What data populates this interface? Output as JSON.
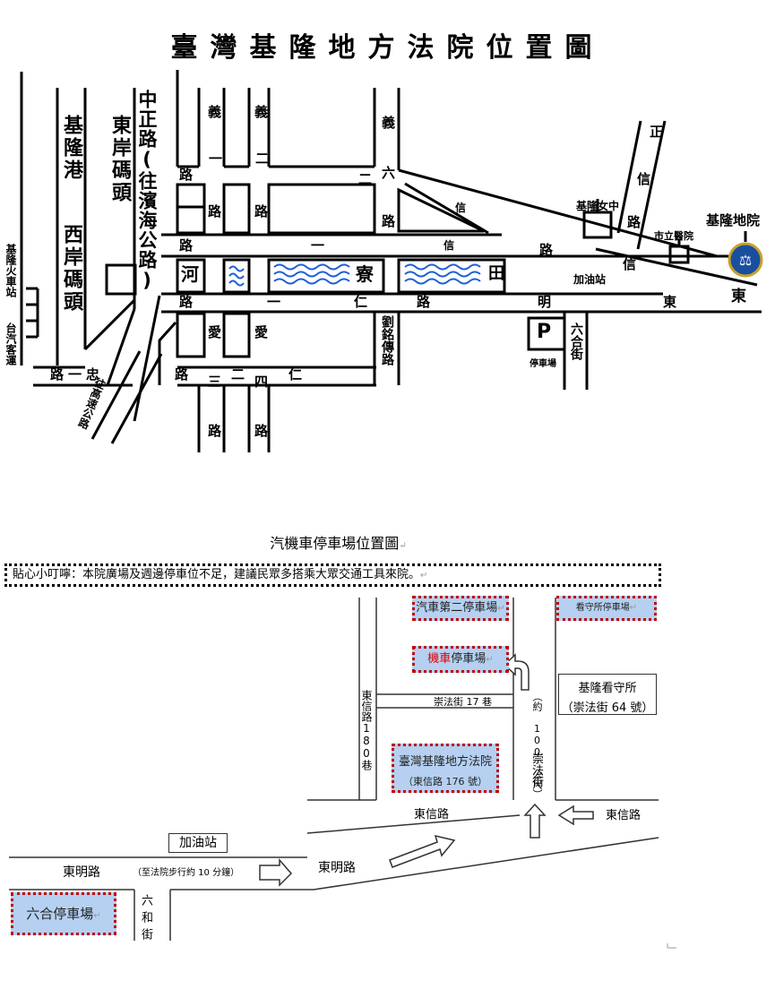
{
  "map1": {
    "title": "臺灣基隆地方法院位置圖",
    "labels": {
      "keelung_port": "基隆港",
      "east_pier": "東岸碼頭",
      "zhongzheng_rd": "中正路(往濱海公路)",
      "west_pier": "西岸碼頭",
      "train_station": "基隆火車站",
      "taiwan_bus": "台汽客運",
      "zhongyi_rd": "路一忠",
      "to_highway": "往高速公路",
      "river": "河",
      "liao": "寮",
      "tian": "田",
      "ai1": "愛",
      "ai2": "愛",
      "yi1": "義",
      "yi2": "義",
      "yi3": "義",
      "yi_er": "一",
      "yi_er2": "二",
      "liu": "六",
      "lu": "路",
      "yi": "一",
      "xin1": "信",
      "xin2": "信",
      "xin3": "信",
      "ren": "仁",
      "ren2": "仁",
      "ming": "明",
      "dong": "東",
      "dong2": "東",
      "zheng": "正",
      "san": "三",
      "er": "二",
      "si": "四",
      "liuming_rd": "劉銘傳路",
      "liuhe_st": "六合街",
      "parking_p": "P",
      "parking": "停車場",
      "gas_station": "加油站",
      "girls_school": "基隆女中",
      "hospital": "市立醫院",
      "court": "基隆地院"
    }
  },
  "map2": {
    "title": "汽機車停車場位置圖",
    "notice": "貼心小叮嚀：本院廣場及週邊停車位不足，建議民眾多搭乘大眾交通工具來院。",
    "lots": {
      "car2": "汽車第二停車場",
      "moto_red": "機車",
      "moto_rest": "停車場",
      "detention_lot": "看守所停車場",
      "liuhe_lot": "六合停車場"
    },
    "court_name": "臺灣基隆地方法院",
    "court_addr": "（東信路 176 號）",
    "detention": "基隆看守所",
    "detention_addr": "（崇法街 64 號）",
    "chongfa_lane": "崇法街 17 巷",
    "dongxin_lane": "東信路180巷",
    "distance": "（約 100 公尺）",
    "chongfa_st": "崇法街",
    "dongxin_rd1": "東信路",
    "dongxin_rd2": "東信路",
    "gas": "加油站",
    "dongming1": "東明路",
    "dongming2": "東明路",
    "walk_note": "（至法院步行約 10 分鐘）",
    "liuhe": "六和街",
    "return_mark": "↵"
  }
}
